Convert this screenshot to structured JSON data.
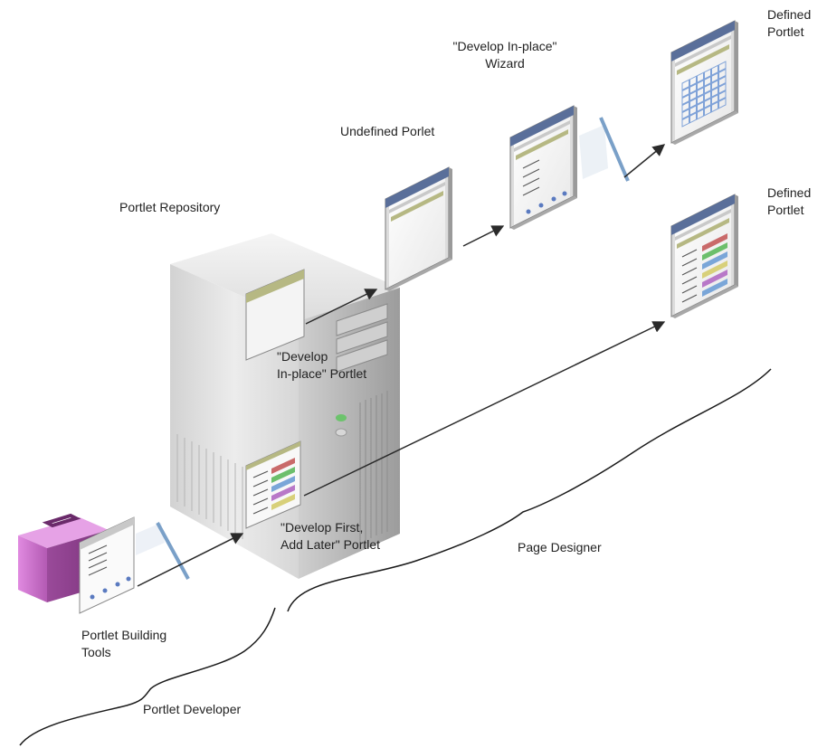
{
  "labels": {
    "portlet_repository": "Portlet Repository",
    "undefined_portlet": "Undefined Porlet",
    "wizard_line1": "\"Develop In-place\"",
    "wizard_line2": "Wizard",
    "defined_portlet_top_line1": "Defined",
    "defined_portlet_top_line2": "Portlet",
    "defined_portlet_mid_line1": "Defined",
    "defined_portlet_mid_line2": "Portlet",
    "develop_inplace_line1": "\"Develop",
    "develop_inplace_line2": "In-place\" Portlet",
    "develop_first_line1": "\"Develop First,",
    "develop_first_line2": "Add Later\" Portlet",
    "building_tools_line1": "Portlet Building",
    "building_tools_line2": "Tools",
    "page_designer": "Page Designer",
    "portlet_developer": "Portlet Developer"
  },
  "colors": {
    "server_light": "#e4e4e4",
    "server_mid": "#c4c4c4",
    "server_dark": "#9a9a9a",
    "toolbox": "#c86ac8",
    "toolbox_dark": "#8e3f8e",
    "window_title": "#5a6f9a",
    "window_toolbar": "#b6b883",
    "arrow": "#2a2a2a",
    "grid_blue": "#7fa2d8",
    "bar_red": "#c96a6a",
    "bar_green": "#6cbf6c",
    "bar_purple": "#b878c8",
    "bar_blue": "#7aa6d8",
    "bar_yellow": "#d8d07a"
  },
  "icons": [
    "server-icon",
    "toolbox-icon",
    "window-icon",
    "pen-icon"
  ]
}
